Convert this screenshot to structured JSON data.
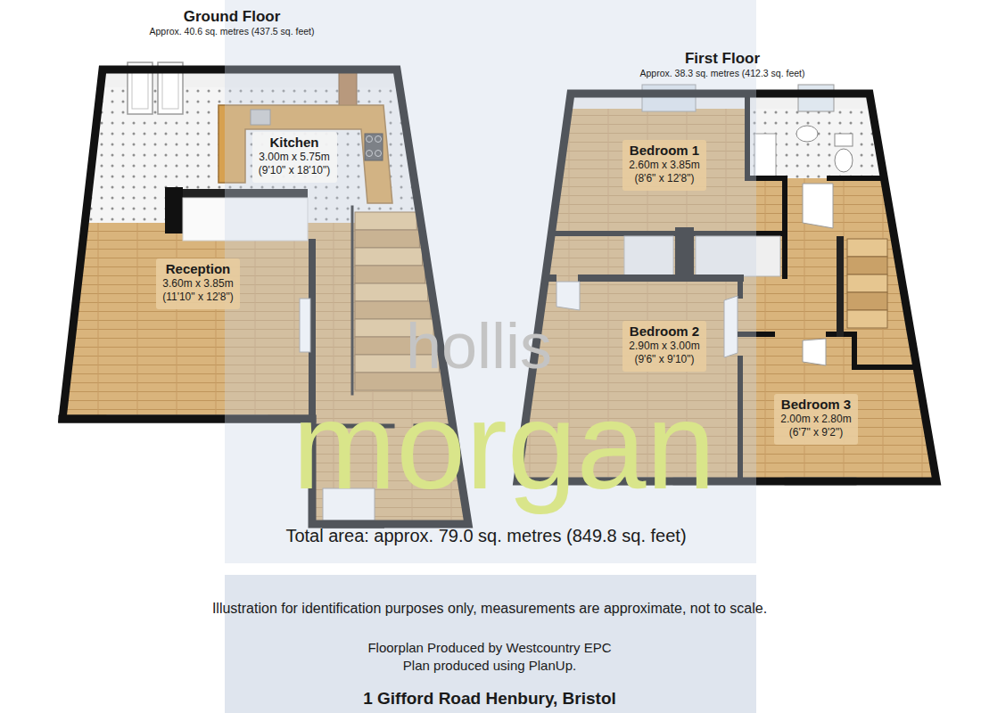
{
  "diagram": {
    "nodes": [
      {
        "text": [
          "Ground Floor",
          "Approx. 40.6 sq. metres (437.5 sq. feet)"
        ]
      },
      {
        "text": [
          "Kitchen",
          "3.00m x 5.75m",
          "(9'10\" x 18'10\")"
        ],
        "in": 0
      },
      {
        "text": [
          "Reception",
          "3.60m x 3.85m",
          "(11'10\" x 12'8\")"
        ],
        "in": 0
      },
      {
        "text": [
          "First Floor",
          "Approx. 38.3 sq. metres (412.3 sq. feet)"
        ]
      },
      {
        "text": [
          "Bedroom 1",
          "2.60m x 3.85m",
          "(8'6\" x 12'8\")"
        ],
        "in": 3
      },
      {
        "text": [
          "Bedroom 2",
          "2.90m x 3.00m",
          "(9'6\" x 9'10\")"
        ],
        "in": 3
      },
      {
        "text": [
          "Bedroom 3",
          "2.00m x 2.80m",
          "(6'7\" x 9'2\")"
        ],
        "in": 3
      }
    ],
    "labels": [
      "hollis",
      "morgan",
      "Total area: approx. 79.0 sq. metres (849.8 sq. feet)",
      "Illustration for identification purposes only, measurements are approximate, not to scale.",
      "Floorplan Produced by Westcountry EPC",
      "Plan produced using PlanUp.",
      "1 Gifford Road Henbury, Bristol"
    ]
  }
}
